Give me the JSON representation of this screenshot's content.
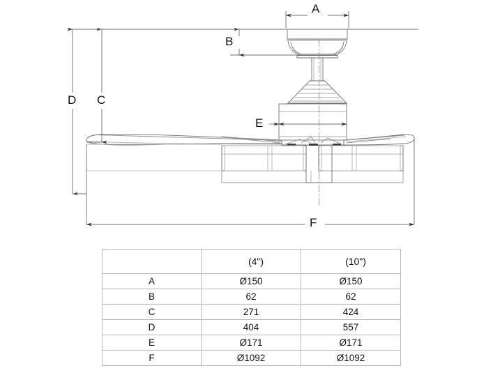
{
  "drawing": {
    "type": "ceiling-fan-elevation-dimension-drawing",
    "dimension_labels": {
      "a": "A",
      "b": "B",
      "c": "C",
      "d": "D",
      "e": "E",
      "f": "F"
    }
  },
  "table": {
    "header": {
      "corner": "",
      "col1": "(4\")",
      "col2": "(10\")",
      "col1_ghost": "",
      "col2_ghost": ""
    },
    "columns": [
      "",
      "(4\")",
      "(10\")"
    ],
    "rows": [
      {
        "label": "A",
        "v1": "Ø150",
        "v2": "Ø150"
      },
      {
        "label": "B",
        "v1": "62",
        "v2": "62"
      },
      {
        "label": "C",
        "v1": "271",
        "v2": "424"
      },
      {
        "label": "D",
        "v1": "404",
        "v2": "557"
      },
      {
        "label": "E",
        "v1": "Ø171",
        "v2": "Ø171"
      },
      {
        "label": "F",
        "v1": "Ø1092",
        "v2": "Ø1092"
      }
    ]
  },
  "colors": {
    "line": "#6f6f6f",
    "line_dark": "#3a3a3a",
    "text": "#111111",
    "border": "#b9b9b9",
    "background": "#ffffff"
  }
}
